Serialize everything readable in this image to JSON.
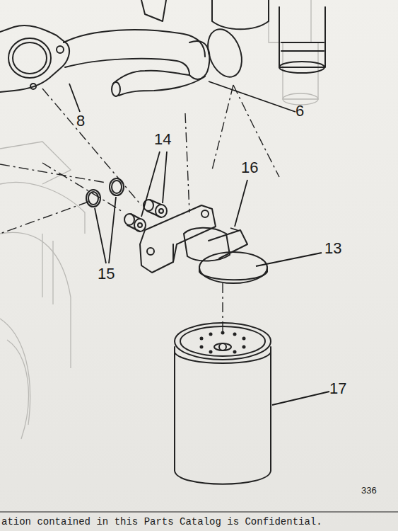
{
  "diagram": {
    "labels": [
      "8",
      "6",
      "14",
      "16",
      "13",
      "15",
      "17",
      "336",
      "ation contained in this Parts Catalog is Confidential."
    ]
  }
}
